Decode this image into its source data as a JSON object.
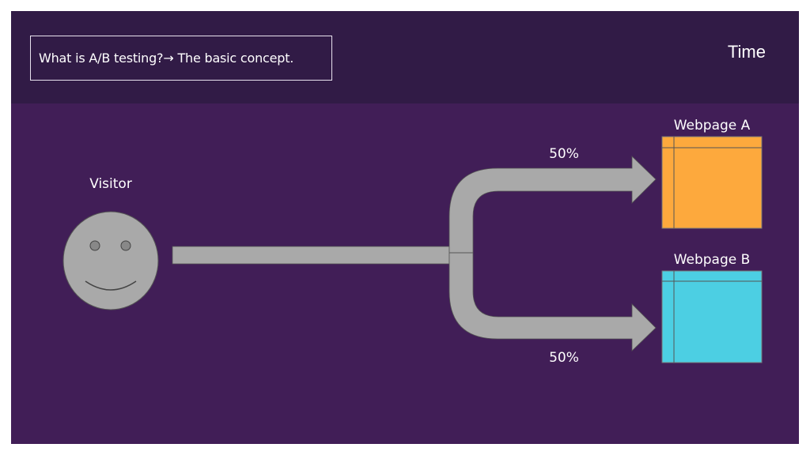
{
  "header": {
    "title": "What is A/B testing?→ The basic concept.",
    "section": "Time"
  },
  "diagram": {
    "visitor_label": "Visitor",
    "split_top": "50%",
    "split_bottom": "50%",
    "webpage_a_label": "Webpage A",
    "webpage_b_label": "Webpage B"
  },
  "colors": {
    "background": "#411e57",
    "header_background": "#311b46",
    "arrow": "#a9a9a9",
    "webpage_a": "#fda93d",
    "webpage_b": "#4ccfe3"
  }
}
